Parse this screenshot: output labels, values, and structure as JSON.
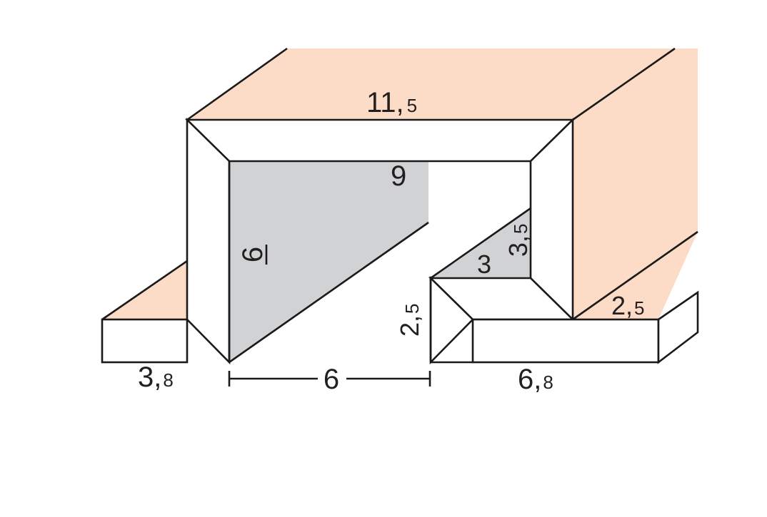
{
  "colors": {
    "peach": "#fcdcc6",
    "gray": "#d1d2d4",
    "white": "#ffffff",
    "line": "#1a1a1a",
    "text": "#231f20"
  },
  "labels": {
    "top_main": "11,",
    "top_sub": "5",
    "inner_top": "9",
    "vertical_left": "6",
    "step_width": "3",
    "step_height_main": "3,",
    "step_height_sub": "5",
    "right_depth_main": "2,",
    "right_depth_sub": "5",
    "step_front_main": "2,",
    "step_front_sub": "5",
    "bottom_left_main": "3,",
    "bottom_left_sub": "8",
    "bottom_gap": "6",
    "bottom_right_main": "6,",
    "bottom_right_sub": "8"
  }
}
